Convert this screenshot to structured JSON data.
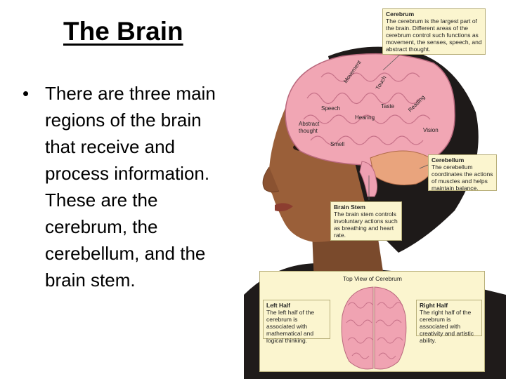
{
  "slide": {
    "title": "The Brain",
    "bullets": [
      {
        "marker": "•",
        "text": "There are three main regions of the brain that receive and process information. These are the cerebrum, the cerebellum, and the brain stem."
      }
    ]
  },
  "figure": {
    "callouts": {
      "cerebrum": {
        "title": "Cerebrum",
        "body": "The cerebrum is the largest part of the brain. Different areas of the cerebrum control such functions as movement, the senses, speech, and abstract thought."
      },
      "cerebellum": {
        "title": "Cerebellum",
        "body": "The cerebellum coordinates the actions of muscles and helps maintain balance."
      },
      "brain_stem": {
        "title": "Brain Stem",
        "body": "The brain stem controls involuntary actions such as breathing and heart rate."
      },
      "left_half": {
        "title": "Left Half",
        "body": "The left half of the cerebrum is associated with mathematical and logical thinking."
      },
      "right_half": {
        "title": "Right Half",
        "body": "The right half of the cerebrum is associated with creativity and artistic ability."
      }
    },
    "region_labels": {
      "movement": "Movement",
      "touch": "Touch",
      "reading": "Reading",
      "speech": "Speech",
      "taste": "Taste",
      "hearing": "Hearing",
      "abstract_thought": "Abstract thought",
      "vision": "Vision",
      "smell": "Smell"
    },
    "top_view_title": "Top View of Cerebrum"
  }
}
